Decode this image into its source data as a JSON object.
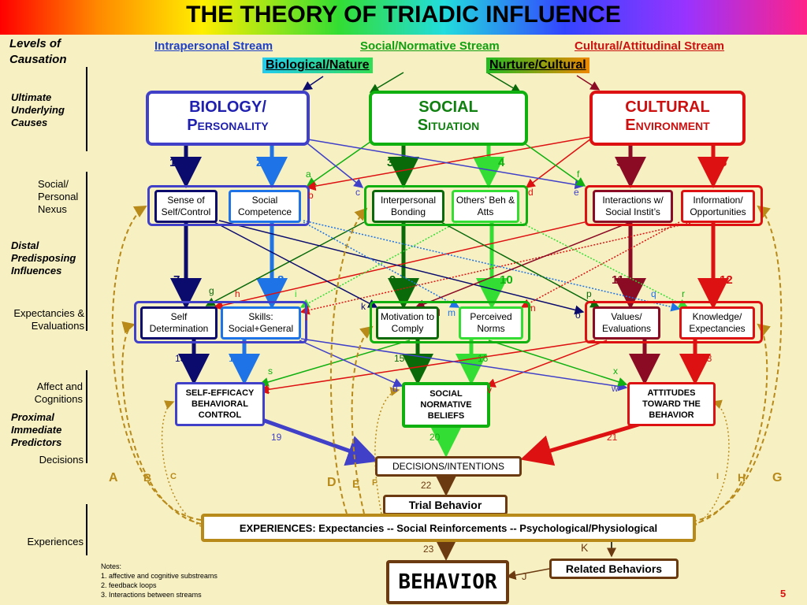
{
  "title": "THE THEORY OF TRIADIC INFLUENCE",
  "levels": {
    "heading": "Levels of Causation",
    "ultimate": "Ultimate Underlying Causes",
    "social_nexus": "Social/ Personal Nexus",
    "distal": "Distal Predisposing Influences",
    "expectancies": "Expectancies & Evaluations",
    "affect": "Affect and Cognitions",
    "proximal": "Proximal Immediate Predictors",
    "decisions": "Decisions",
    "experiences": "Experiences"
  },
  "streams": {
    "intrapersonal": "Intrapersonal Stream",
    "social": "Social/Normative Stream",
    "cultural": "Cultural/Attitudinal Stream",
    "biological_nature": "Biological/Nature",
    "nurture_cultural": "Nurture/Cultural"
  },
  "top_boxes": {
    "biology": {
      "line1": "BIOLOGY/",
      "line2": "Personality"
    },
    "social": {
      "line1": "SOCIAL",
      "line2": "Situation"
    },
    "cultural": {
      "line1": "CULTURAL",
      "line2": "Environment"
    }
  },
  "nexus_boxes": {
    "sense_of_self": "Sense of Self/Control",
    "social_competence": "Social Competence",
    "interpersonal_bonding": "Interpersonal Bonding",
    "others_beh": "Others’ Beh & Atts",
    "interactions": "Interactions w/ Social Instit’s",
    "information": "Information/ Opportunities"
  },
  "expectancy_boxes": {
    "self_determination": "Self Determination",
    "skills": "Skills: Social+General",
    "motivation": "Motivation to Comply",
    "perceived_norms": "Perceived Norms",
    "values": "Values/ Evaluations",
    "knowledge": "Knowledge/ Expectancies"
  },
  "proximal_boxes": {
    "self_efficacy": "SELF-EFFICACY BEHAVIORAL CONTROL",
    "social_normative": "SOCIAL NORMATIVE BELIEFS",
    "attitudes": "ATTITUDES TOWARD THE BEHAVIOR"
  },
  "decisions_box": "DECISIONS/INTENTIONS",
  "trial_behavior": "Trial Behavior",
  "experiences_box": "EXPERIENCES: Expectancies -- Social Reinforcements -- Psychological/Physiological",
  "behavior_box": "BEHAVIOR",
  "related_behaviors": "Related Behaviors",
  "path_numbers": [
    "1",
    "2",
    "3",
    "4",
    "5",
    "6",
    "7",
    "8",
    "9",
    "10",
    "11",
    "12",
    "13",
    "14",
    "15",
    "16",
    "17",
    "18",
    "19",
    "20",
    "21",
    "22",
    "23"
  ],
  "path_letters": [
    "a",
    "b",
    "c",
    "d",
    "e",
    "f",
    "g",
    "h",
    "i",
    "j",
    "k",
    "l",
    "m",
    "n",
    "o",
    "p",
    "q",
    "r",
    "s",
    "t",
    "u",
    "v",
    "w",
    "x"
  ],
  "feedback_letters": [
    "A",
    "B",
    "C",
    "D",
    "E",
    "F",
    "G",
    "H",
    "I",
    "J",
    "K"
  ],
  "notes": {
    "heading": "Notes:",
    "items": [
      "1. affective and cognitive substreams",
      "2. feedback loops",
      "3. Interactions between streams"
    ]
  },
  "page_number": "5",
  "colors": {
    "blue_dark": "#0b0b6e",
    "blue_mid": "#4040c8",
    "blue_light": "#1e73e6",
    "green_dark": "#0a6a0a",
    "green_mid": "#10b010",
    "green_light": "#33dd33",
    "red_dark": "#8b0a24",
    "red_mid": "#dd1111",
    "brown": "#6b3a10",
    "gold": "#b88a1a"
  }
}
